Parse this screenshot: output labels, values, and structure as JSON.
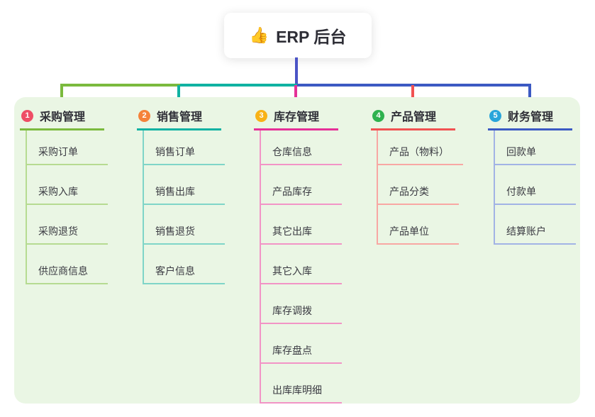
{
  "title": {
    "emoji": "👍",
    "label": "ERP 后台"
  },
  "colors": {
    "trunk": "#4b54c6",
    "panel_bg": "#eaf6e4",
    "root_text": "#2e2e36"
  },
  "branches": [
    {
      "num": "1",
      "label": "采购管理",
      "badge_color": "#ee4e66",
      "line_color": "#7bba3e",
      "sub_line_color": "#b6db91",
      "items": [
        "采购订单",
        "采购入库",
        "采购退货",
        "供应商信息"
      ]
    },
    {
      "num": "2",
      "label": "销售管理",
      "badge_color": "#f5823a",
      "line_color": "#10b2a2",
      "sub_line_color": "#7fd5c8",
      "items": [
        "销售订单",
        "销售出库",
        "销售退货",
        "客户信息"
      ]
    },
    {
      "num": "3",
      "label": "库存管理",
      "badge_color": "#f8b216",
      "line_color": "#e53097",
      "sub_line_color": "#f294c6",
      "items": [
        "仓库信息",
        "产品库存",
        "其它出库",
        "其它入库",
        "库存调拨",
        "库存盘点",
        "出库库明细"
      ]
    },
    {
      "num": "4",
      "label": "产品管理",
      "badge_color": "#2eb24e",
      "line_color": "#f15252",
      "sub_line_color": "#f8a7a3",
      "items": [
        "产品（物料）",
        "产品分类",
        "产品单位"
      ]
    },
    {
      "num": "5",
      "label": "财务管理",
      "badge_color": "#29a5da",
      "line_color": "#3c5ac3",
      "sub_line_color": "#a2b3e5",
      "items": [
        "回款单",
        "付款单",
        "结算账户"
      ]
    }
  ]
}
